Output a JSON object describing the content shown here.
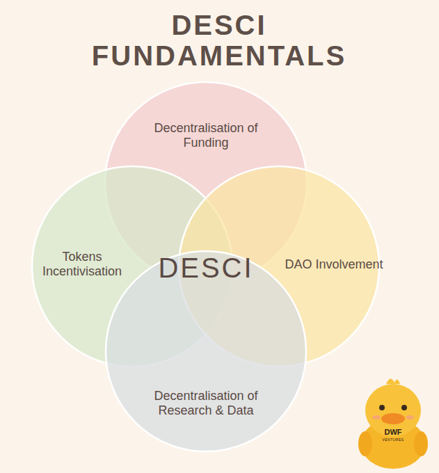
{
  "diagram": {
    "title": "DESCI FUNDAMENTALS",
    "nodes": [
      {
        "text": [
          "Decentralisation of Funding"
        ]
      },
      {
        "text": [
          "Tokens Incentivisation"
        ]
      },
      {
        "text": [
          "DAO Involvement"
        ]
      },
      {
        "text": [
          "Decentralisation of Research & Data"
        ]
      }
    ],
    "labels": [
      "DESCI",
      "DWF",
      "VENTURES"
    ]
  }
}
